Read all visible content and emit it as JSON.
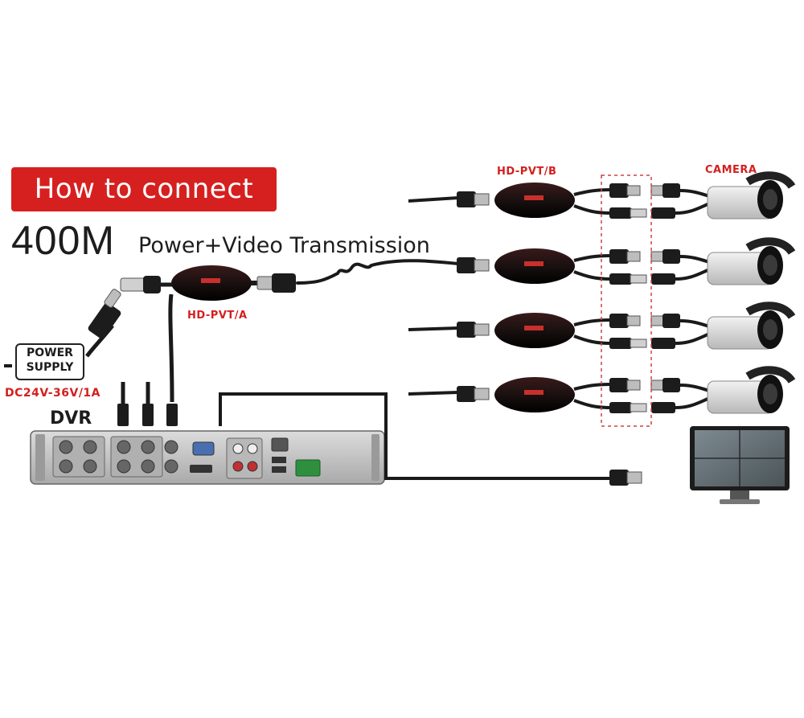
{
  "header": {
    "banner": "How to connect",
    "big_label": "400M",
    "subtitle": "Power+Video Transmission"
  },
  "labels": {
    "transmitter": "HD-PVT/A",
    "receiver": "HD-PVT/B",
    "camera": "CAMERA",
    "power_supply_line1": "POWER",
    "power_supply_line2": "SUPPLY",
    "power_spec": "DC24V-36V/1A",
    "dvr": "DVR"
  },
  "colors": {
    "banner_bg": "#d6201f",
    "label_red": "#d41f1f",
    "cable": "#1a1a1a",
    "dvr_body": "#c7c7c7",
    "device_red": "#8a1010"
  },
  "diagram": {
    "camera_count": 4,
    "receiver_count": 4,
    "dvr_channel_ports": 8
  }
}
